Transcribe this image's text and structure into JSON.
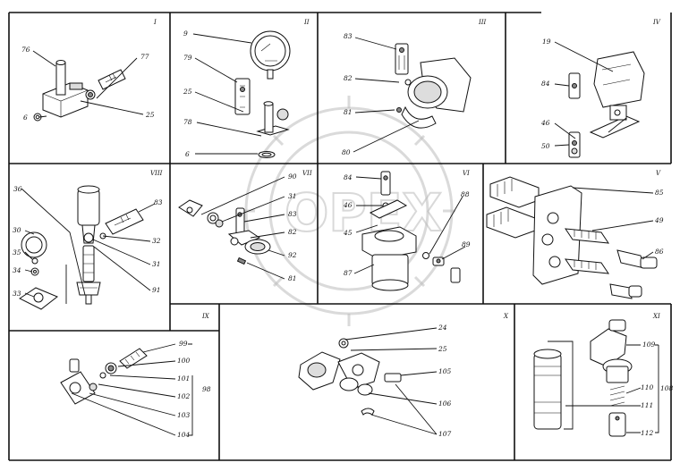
{
  "watermark": "OPEX",
  "panels": [
    {
      "id": "I",
      "label": "I"
    },
    {
      "id": "II",
      "label": "II"
    },
    {
      "id": "III",
      "label": "III"
    },
    {
      "id": "IV",
      "label": "IV"
    },
    {
      "id": "V",
      "label": "V"
    },
    {
      "id": "VI",
      "label": "VI"
    },
    {
      "id": "VII",
      "label": "VII"
    },
    {
      "id": "VIII",
      "label": "VIII"
    },
    {
      "id": "IX",
      "label": "IX"
    },
    {
      "id": "X",
      "label": "X"
    },
    {
      "id": "XI",
      "label": "XI"
    }
  ],
  "callouts": {
    "p1": [
      "76",
      "77",
      "25",
      "6"
    ],
    "p2": [
      "9",
      "79",
      "25",
      "78",
      "6"
    ],
    "p3": [
      "83",
      "82",
      "81",
      "80"
    ],
    "p4": [
      "19",
      "84",
      "46",
      "50"
    ],
    "p8": [
      "36",
      "83",
      "32",
      "31",
      "91",
      "30",
      "35",
      "34",
      "33"
    ],
    "p7": [
      "90",
      "31",
      "83",
      "82",
      "92",
      "81"
    ],
    "p6": [
      "84",
      "46",
      "45",
      "88",
      "89",
      "87"
    ],
    "p5": [
      "85",
      "49",
      "86"
    ],
    "p9": [
      "99",
      "100",
      "101",
      "102",
      "103",
      "104",
      "98"
    ],
    "p10": [
      "24",
      "25",
      "105",
      "106",
      "107"
    ],
    "p11": [
      "109",
      "110",
      "111",
      "112",
      "108"
    ]
  }
}
